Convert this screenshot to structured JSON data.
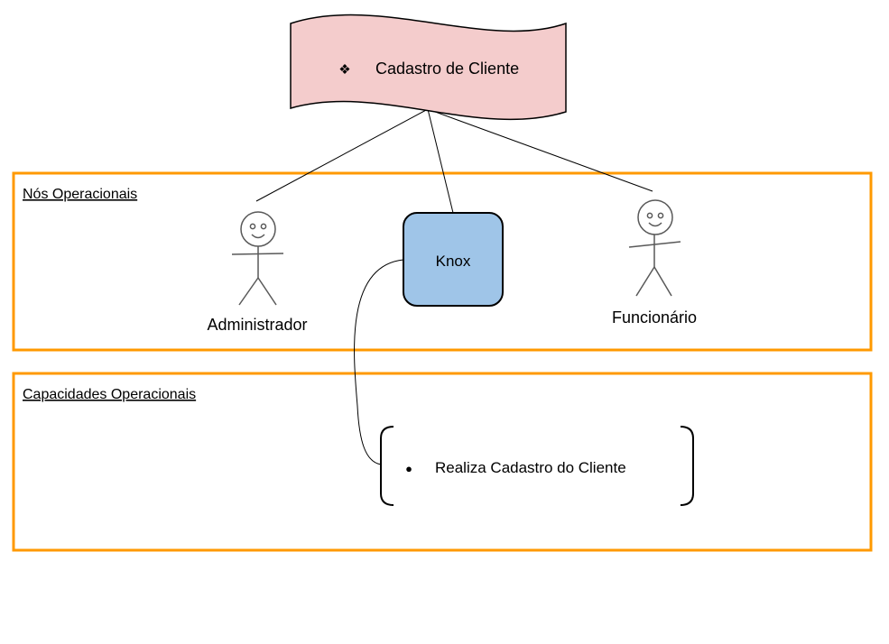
{
  "banner": {
    "bullet": "❖",
    "label": "Cadastro de Cliente"
  },
  "nodes_section": {
    "title": "Nós Operacionais",
    "actor_left": "Administrador",
    "system_node": "Knox",
    "actor_right": "Funcionário"
  },
  "capabilities_section": {
    "title": "Capacidades Operacionais",
    "bullet": "●",
    "item": "Realiza Cadastro do Cliente"
  },
  "colors": {
    "banner_fill": "#f4cccc",
    "node_fill": "#9fc5e8",
    "frame_border": "#ff9900"
  }
}
